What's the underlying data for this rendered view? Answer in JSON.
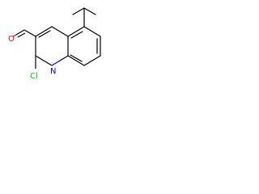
{
  "molecule": {
    "atom_labels": {
      "oxygen": "O",
      "nitrogen": "N",
      "chlorine": "Cl"
    },
    "colors": {
      "bond": "#000000",
      "oxygen": "#ff0000",
      "nitrogen": "#0000ff",
      "chlorine": "#00cc00"
    }
  }
}
